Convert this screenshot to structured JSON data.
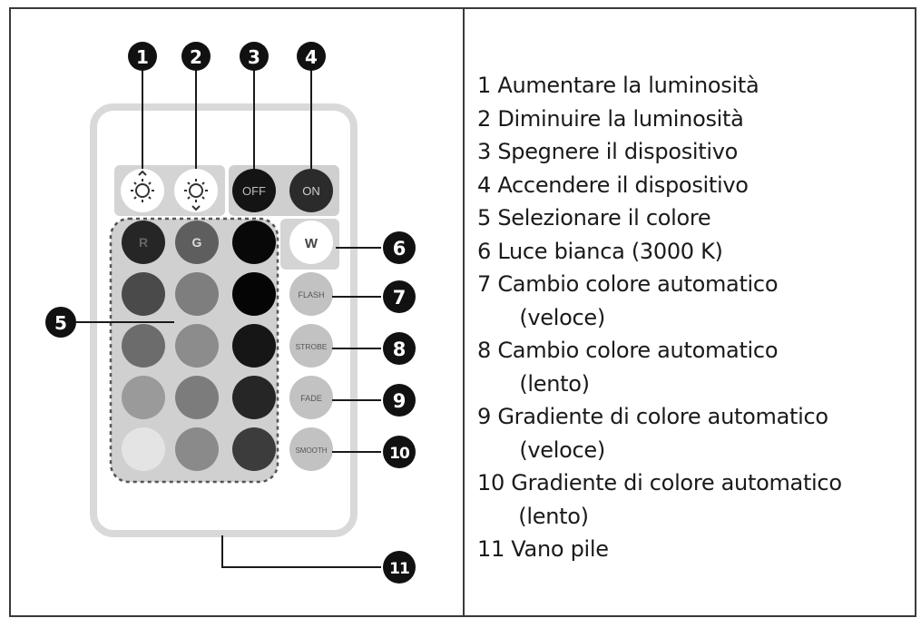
{
  "callouts": [
    "1",
    "2",
    "3",
    "4",
    "5",
    "6",
    "7",
    "8",
    "9",
    "10",
    "11"
  ],
  "buttons": {
    "off": "OFF",
    "on": "ON",
    "r": "R",
    "g": "G",
    "w": "W",
    "flash": "FLASH",
    "strobe": "STROBE",
    "fade": "FADE",
    "smooth": "SMOOTH"
  },
  "legend": [
    {
      "num": "1",
      "line1": "Aumentare la luminosità",
      "line2": ""
    },
    {
      "num": "2",
      "line1": "Diminuire la luminosità",
      "line2": ""
    },
    {
      "num": "3",
      "line1": "Spegnere il dispositivo",
      "line2": ""
    },
    {
      "num": "4",
      "line1": "Accendere il dispositivo",
      "line2": ""
    },
    {
      "num": "5",
      "line1": "Selezionare il colore",
      "line2": ""
    },
    {
      "num": "6",
      "line1": "Luce bianca (3000 K)",
      "line2": ""
    },
    {
      "num": "7",
      "line1": "Cambio colore automatico",
      "line2": "(veloce)"
    },
    {
      "num": "8",
      "line1": "Cambio colore automatico",
      "line2": "(lento)"
    },
    {
      "num": "9",
      "line1": "Gradiente di colore automatico",
      "line2": "(veloce)"
    },
    {
      "num": "10",
      "line1": "Gradiente di colore automatico",
      "line2": "(lento)"
    },
    {
      "num": "11",
      "line1": "Vano pile",
      "line2": ""
    }
  ]
}
